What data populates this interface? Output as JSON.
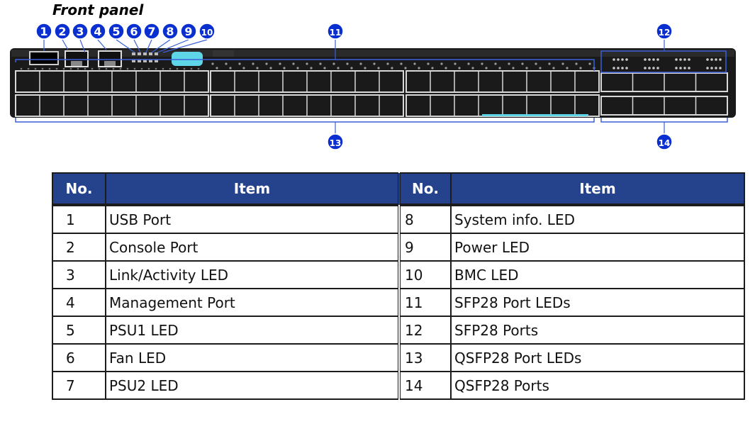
{
  "title": "Front panel",
  "colors": {
    "callout_fill": "#0a2fd0",
    "header_bg": "#25428d",
    "header_text": "#ffffff",
    "chassis": "#1a1a1a",
    "port_outline": "#d8d8d8",
    "led_accent": "#5fd6e8",
    "bracket": "#3b5fd8"
  },
  "callouts": [
    {
      "num": "1",
      "label": "USB Port"
    },
    {
      "num": "2",
      "label": "Console Port"
    },
    {
      "num": "3",
      "label": "Link/Activity LED"
    },
    {
      "num": "4",
      "label": "Management Port"
    },
    {
      "num": "5",
      "label": "PSU1 LED"
    },
    {
      "num": "6",
      "label": "Fan LED"
    },
    {
      "num": "7",
      "label": "PSU2 LED"
    },
    {
      "num": "8",
      "label": "System info. LED"
    },
    {
      "num": "9",
      "label": "Power LED"
    },
    {
      "num": "10",
      "label": "BMC LED"
    },
    {
      "num": "11",
      "label": "SFP28 Port LEDs"
    },
    {
      "num": "12",
      "label": "SFP28 Ports"
    },
    {
      "num": "13",
      "label": "QSFP28 Port LEDs"
    },
    {
      "num": "14",
      "label": "QSFP28 Ports"
    }
  ],
  "table": {
    "headers": [
      "No.",
      "Item",
      "No.",
      "Item"
    ],
    "rows": [
      {
        "no_a": "1",
        "item_a": "USB Port",
        "no_b": "8",
        "item_b": "System info. LED"
      },
      {
        "no_a": "2",
        "item_a": "Console Port",
        "no_b": "9",
        "item_b": "Power LED"
      },
      {
        "no_a": "3",
        "item_a": "Link/Activity LED",
        "no_b": "10",
        "item_b": "BMC LED"
      },
      {
        "no_a": "4",
        "item_a": "Management Port",
        "no_b": "11",
        "item_b": "SFP28 Port LEDs"
      },
      {
        "no_a": "5",
        "item_a": "PSU1 LED",
        "no_b": "12",
        "item_b": "SFP28 Ports"
      },
      {
        "no_a": "6",
        "item_a": "Fan LED",
        "no_b": "13",
        "item_b": "QSFP28 Port LEDs"
      },
      {
        "no_a": "7",
        "item_a": "PSU2 LED",
        "no_b": "14",
        "item_b": "QSFP28 Ports"
      }
    ]
  }
}
